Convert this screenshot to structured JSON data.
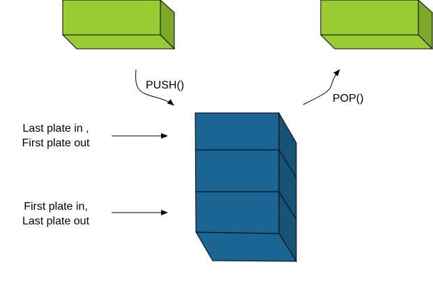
{
  "labels": {
    "push": "PUSH()",
    "pop": "POP()",
    "top_note": {
      "line1": "Last plate in ,",
      "line2": "First plate out"
    },
    "bottom_note": {
      "line1": "First plate in,",
      "line2": "Last plate out"
    }
  },
  "colors": {
    "plate_green": "#99cc33",
    "plate_green_dark": "#7ea828",
    "stack_blue": "#1b6595",
    "stack_blue_dark": "#155377",
    "outline": "#000000",
    "background": "#ffffff"
  }
}
